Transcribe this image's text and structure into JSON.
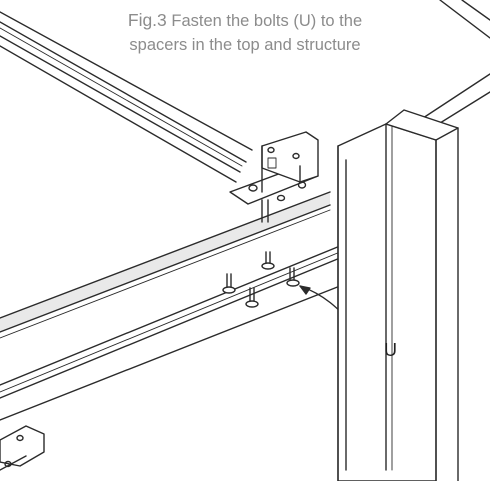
{
  "caption": {
    "line1_prefix": "Fig.3",
    "line1_text": " Fasten the bolts (U) to the",
    "line2": "spacers in the top and structure"
  },
  "callout": {
    "label": "U"
  }
}
